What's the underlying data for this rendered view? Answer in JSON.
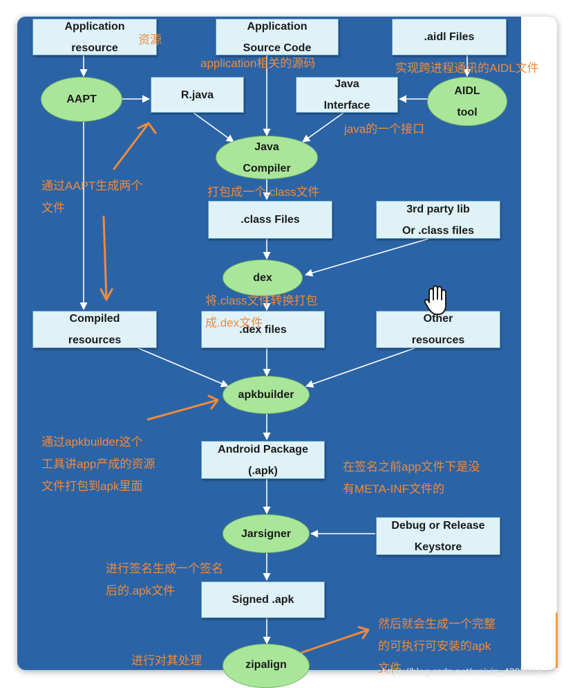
{
  "boxes": {
    "app_resource": [
      "Application",
      "resource"
    ],
    "app_source": [
      "Application",
      "Source Code"
    ],
    "aidl_files": ".aidl Files",
    "r_java": "R.java",
    "java_interface": [
      "Java",
      "Interface"
    ],
    "class_files": ".class Files",
    "third_party": [
      "3rd party lib",
      "Or .class files"
    ],
    "compiled_resources": [
      "Compiled",
      "resources"
    ],
    "dex_files": ".dex files",
    "other_resources": [
      "Other",
      "resources"
    ],
    "android_package": [
      "Android Package",
      "(.apk)"
    ],
    "keystore": [
      "Debug or Release",
      "Keystore"
    ],
    "signed_apk": "Signed .apk"
  },
  "tools": {
    "aapt": "AAPT",
    "aidl_tool": [
      "AIDL",
      "tool"
    ],
    "java_compiler": [
      "Java",
      "Compiler"
    ],
    "dex": "dex",
    "apkbuilder": "apkbuilder",
    "jarsigner": "Jarsigner",
    "zipalign": "zipalign"
  },
  "notes": {
    "resource": "资源",
    "source_code": "application相关的源码",
    "aidl": "实现跨进程通讯的AIDL文件",
    "java_interface": "java的一个接口",
    "aapt": [
      "通过AAPT生成两个",
      "文件"
    ],
    "class": "打包成一个.class文件",
    "dex": [
      "将.class文件转换打包",
      "成.dex文件"
    ],
    "apkbuilder": [
      "通过apkbuilder这个",
      "工具讲app产成的资源",
      "文件打包到apk里面"
    ],
    "meta_inf": [
      "在签名之前app文件下是没",
      "有META-INF文件的"
    ],
    "sign": [
      "进行签名生成一个签名",
      "后的.apk文件"
    ],
    "align": "进行对其处理",
    "final": [
      "然后就会生成一个完整",
      "的可执行可安装的apk",
      "文件"
    ]
  },
  "watermark": "https://blog.csdn.net/weixin_4397074",
  "colors": {
    "background": "#2b64a6",
    "box_fill": "#dff2f8",
    "tool_fill": "#a9e69a",
    "annotation": "#f08a3c",
    "arrow": "#ffffff"
  },
  "icons": {
    "cursor": "hand-pointer-icon"
  }
}
